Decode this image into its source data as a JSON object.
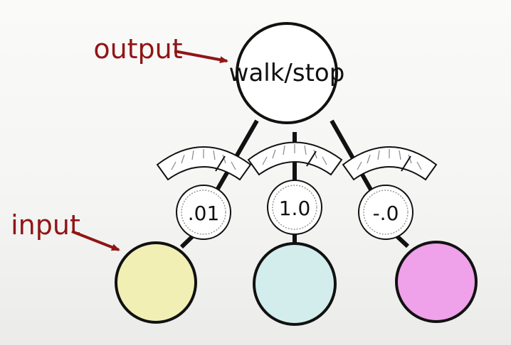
{
  "colors": {
    "annotation": "#8f1616",
    "stroke": "#111111",
    "input_left": "#f1efb4",
    "input_middle": "#d3ecec",
    "input_right": "#efa1ea",
    "output_fill": "#ffffff"
  },
  "annotations": {
    "output_label": "output",
    "input_label": "input"
  },
  "output_node": {
    "label": "walk/stop"
  },
  "weights": [
    {
      "value": ".01",
      "needle_position": "right"
    },
    {
      "value": "1.0",
      "needle_position": "right"
    },
    {
      "value": "-.0",
      "needle_position": "right"
    }
  ],
  "input_nodes": [
    {
      "color_key": "input_left"
    },
    {
      "color_key": "input_middle"
    },
    {
      "color_key": "input_right"
    }
  ]
}
